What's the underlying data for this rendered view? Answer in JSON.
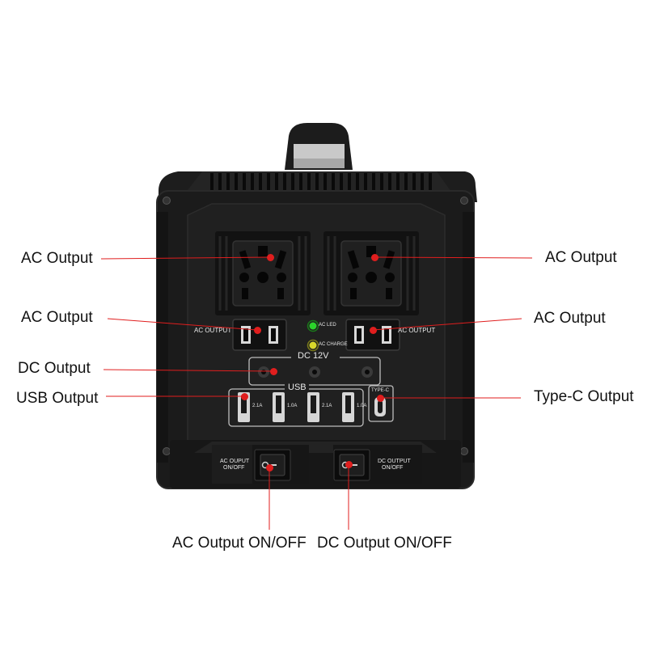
{
  "callouts": {
    "ac_output_1": "AC Output",
    "ac_output_2": "AC Output",
    "ac_output_3": "AC Output",
    "ac_output_4": "AC Output",
    "dc_output": "DC Output",
    "usb_output": "USB Output",
    "type_c_output": "Type-C Output",
    "ac_onoff": "AC Output ON/OFF",
    "dc_onoff": "DC Output ON/OFF"
  },
  "device": {
    "ac_output_left": "AC OUTPUT",
    "ac_output_right": "AC OUTPUT",
    "ac_led": "AC LED",
    "ac_charge": "AC CHARGE",
    "dc_12v": "DC 12V",
    "usb": "USB",
    "usb_ratings": [
      "2.1A",
      "1.0A",
      "2.1A",
      "1.0A"
    ],
    "type_c": "TYPE-C",
    "ac_switch_line1": "AC OUPUT",
    "ac_switch_line2": "ON/OFF",
    "dc_switch_line1": "DC OUTPUT",
    "dc_switch_line2": "ON/OFF"
  },
  "colors": {
    "leader": "#e01e1e",
    "device_body": "#1a1a1a",
    "led_green": "#2bd42b",
    "led_yellow": "#d8d82b"
  }
}
